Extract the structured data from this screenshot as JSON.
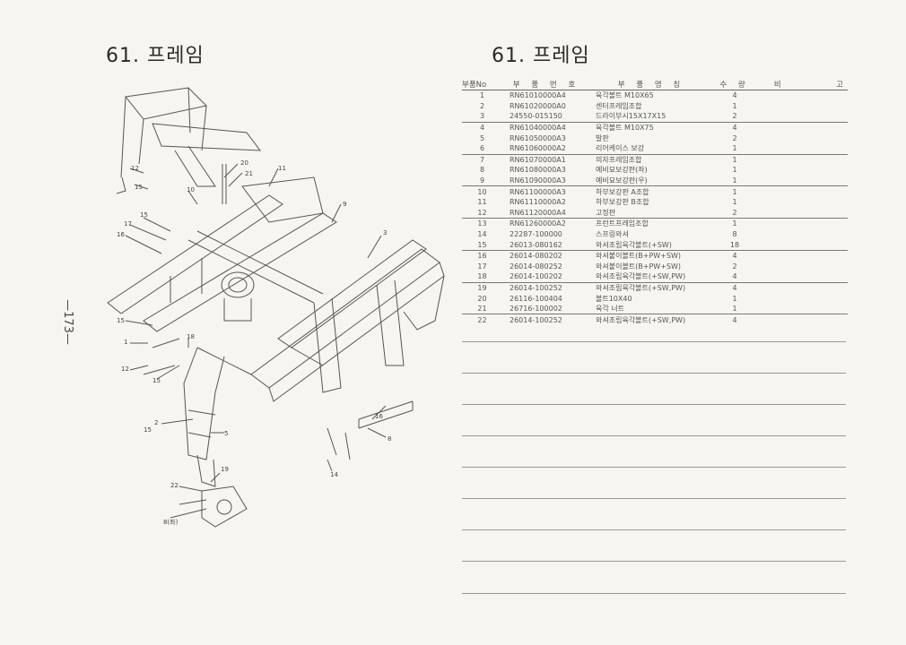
{
  "title_left": "61. 프레임",
  "title_right": "61. 프레임",
  "page_number": "—173—",
  "table": {
    "headers": [
      "부품No",
      "부 품 번 호",
      "부  품  명  칭",
      "수 량",
      "비",
      "고"
    ],
    "rows": [
      {
        "no": "1",
        "part": "RN61010000A4",
        "name": "육각볼트 M10X65",
        "qty": "4"
      },
      {
        "no": "2",
        "part": "RN61020000A0",
        "name": "센터프레임조합",
        "qty": "1"
      },
      {
        "no": "3",
        "part": "24550-015150",
        "name": "드라이부시15X17X15",
        "qty": "2"
      },
      {
        "no": "4",
        "part": "RN61040000A4",
        "name": "육각볼트 M10X75",
        "qty": "4"
      },
      {
        "no": "5",
        "part": "RN61050000A3",
        "name": "발판",
        "qty": "2"
      },
      {
        "no": "6",
        "part": "RN61060000A2",
        "name": "리어케이스 보강",
        "qty": "1"
      },
      {
        "no": "7",
        "part": "RN61070000A1",
        "name": "의자프레임조합",
        "qty": "1"
      },
      {
        "no": "8",
        "part": "RN61080000A3",
        "name": "예비묘보강판(좌)",
        "qty": "1"
      },
      {
        "no": "9",
        "part": "RN61090000A3",
        "name": "예비묘보강판(우)",
        "qty": "1"
      },
      {
        "no": "10",
        "part": "RN61100000A3",
        "name": "하부보강판 A조합",
        "qty": "1"
      },
      {
        "no": "11",
        "part": "RN61110000A2",
        "name": "하부보강판 B조합",
        "qty": "1"
      },
      {
        "no": "12",
        "part": "RN61120000A4",
        "name": "고정판",
        "qty": "2"
      },
      {
        "no": "13",
        "part": "RN61260000A2",
        "name": "프런트프레임조합",
        "qty": "1"
      },
      {
        "no": "14",
        "part": "22287-100000",
        "name": "스프링와셔",
        "qty": "8"
      },
      {
        "no": "15",
        "part": "26013-080162",
        "name": "와셔조립육각볼트(+SW)",
        "qty": "18"
      },
      {
        "no": "16",
        "part": "26014-080202",
        "name": "와셔붙이볼트(B+PW+SW)",
        "qty": "4"
      },
      {
        "no": "17",
        "part": "26014-080252",
        "name": "와셔붙이볼트(B+PW+SW)",
        "qty": "2"
      },
      {
        "no": "18",
        "part": "26014-100202",
        "name": "와셔조립육각볼트(+SW,PW)",
        "qty": "4"
      },
      {
        "no": "19",
        "part": "26014-100252",
        "name": "와셔조립육각볼트(+SW,PW)",
        "qty": "4"
      },
      {
        "no": "20",
        "part": "26116-100404",
        "name": "볼트10X40",
        "qty": "1"
      },
      {
        "no": "21",
        "part": "26716-100002",
        "name": "육각 너트",
        "qty": "1"
      },
      {
        "no": "22",
        "part": "26014-100252",
        "name": "와셔조립육각볼트(+SW,PW)",
        "qty": "4"
      }
    ]
  },
  "callouts": [
    "12",
    "15",
    "20",
    "21",
    "11",
    "10",
    "9",
    "15",
    "17",
    "16",
    "3",
    "15",
    "1",
    "12",
    "15",
    "2",
    "18",
    "15",
    "5",
    "14",
    "16",
    "8",
    "22",
    "19",
    "8(좌)"
  ]
}
